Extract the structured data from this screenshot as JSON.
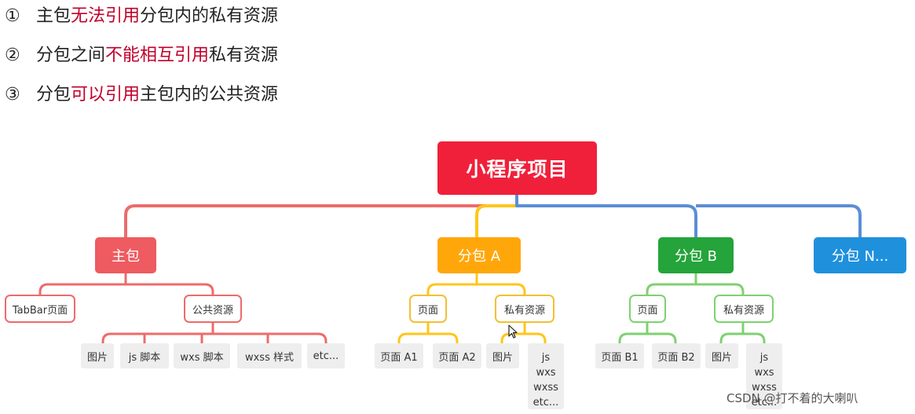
{
  "rules": [
    {
      "num": "①",
      "parts": [
        {
          "text": "主包",
          "hl": false
        },
        {
          "text": "无法引用",
          "hl": true
        },
        {
          "text": "分包内的私有资源",
          "hl": false
        }
      ]
    },
    {
      "num": "②",
      "parts": [
        {
          "text": "分包之间",
          "hl": false
        },
        {
          "text": "不能相互引用",
          "hl": true
        },
        {
          "text": "私有资源",
          "hl": false
        }
      ]
    },
    {
      "num": "③",
      "parts": [
        {
          "text": "分包",
          "hl": false
        },
        {
          "text": "可以引用",
          "hl": true
        },
        {
          "text": "主包内的公共资源",
          "hl": false
        }
      ]
    }
  ],
  "diagram": {
    "root": "小程序项目",
    "main_package": {
      "label": "主包",
      "pages": "TabBar页面",
      "public": "公共资源",
      "public_items": [
        "图片",
        "js 脚本",
        "wxs 脚本",
        "wxss 样式",
        "etc..."
      ]
    },
    "package_a": {
      "label": "分包 A",
      "pages": "页面",
      "page_items": [
        "页面 A1",
        "页面 A2"
      ],
      "private": "私有资源",
      "private_items": [
        "图片"
      ],
      "private_multi": [
        "js",
        "wxs",
        "wxss",
        "etc..."
      ]
    },
    "package_b": {
      "label": "分包 B",
      "pages": "页面",
      "page_items": [
        "页面 B1",
        "页面 B2"
      ],
      "private": "私有资源",
      "private_items": [
        "图片"
      ],
      "private_multi": [
        "js",
        "wxs",
        "wxss",
        "etc..."
      ]
    },
    "package_n": {
      "label": "分包 N..."
    }
  },
  "colors": {
    "root": "#f0203a",
    "main": "#ee5b60",
    "a": "#ffa70a",
    "b": "#24a43a",
    "n": "#1f90dc",
    "highlight": "#c0002a"
  },
  "watermark": "CSDN @打不着的大喇叭"
}
